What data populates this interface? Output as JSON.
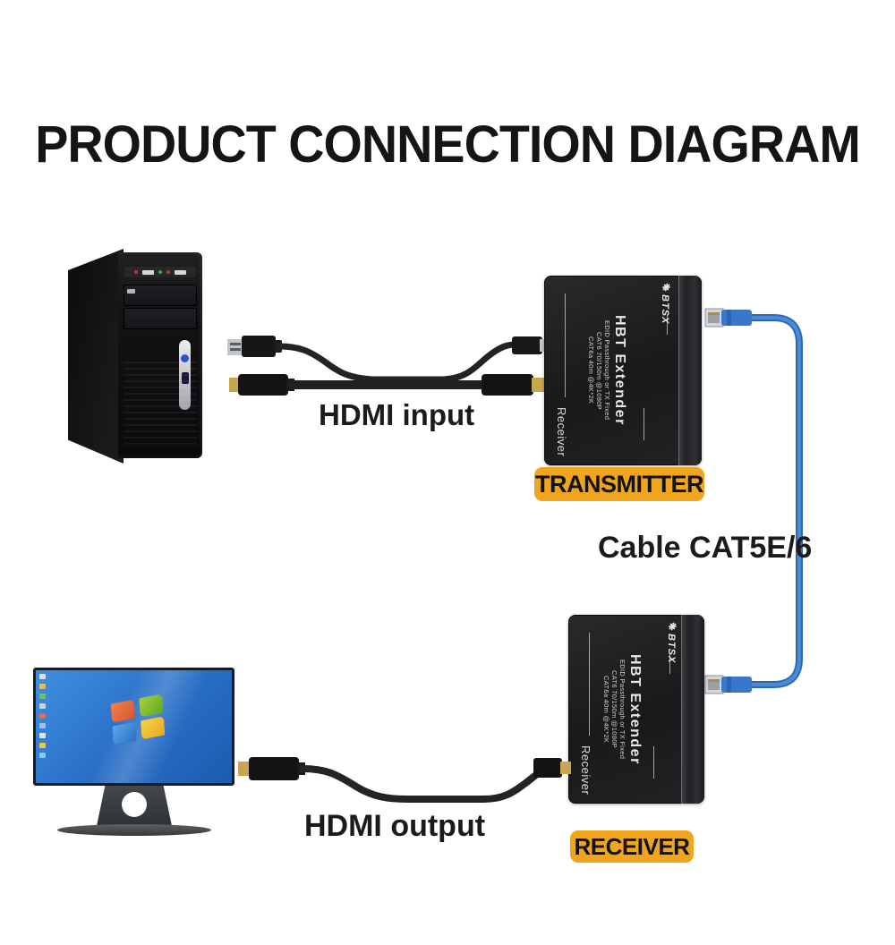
{
  "page": {
    "title": "PRODUCT CONNECTION DIAGRAM"
  },
  "connections": {
    "hdmi_input_label": "HDMI input",
    "hdmi_output_label": "HDMI output",
    "cat_cable_label": "Cable CAT5E/6"
  },
  "tags": {
    "transmitter": "TRANSMITTER",
    "receiver": "RECEIVER"
  },
  "extender": {
    "brand": "BTSX",
    "brand_icon": "❋",
    "product_name": "HBT Extender",
    "spec_line1": "EDID Passthrough or TX Fixed",
    "spec_line2": "CAT6 70/150m @1080P",
    "spec_line3": "CAT6a 40m @4K*2K",
    "port_label": "Receiver"
  },
  "colors": {
    "tag_orange": "#EFA51D",
    "cable_blue": "#3878CC",
    "device_black": "#1d1d1f",
    "monitor_screen_blue": "#2f7ad2"
  }
}
